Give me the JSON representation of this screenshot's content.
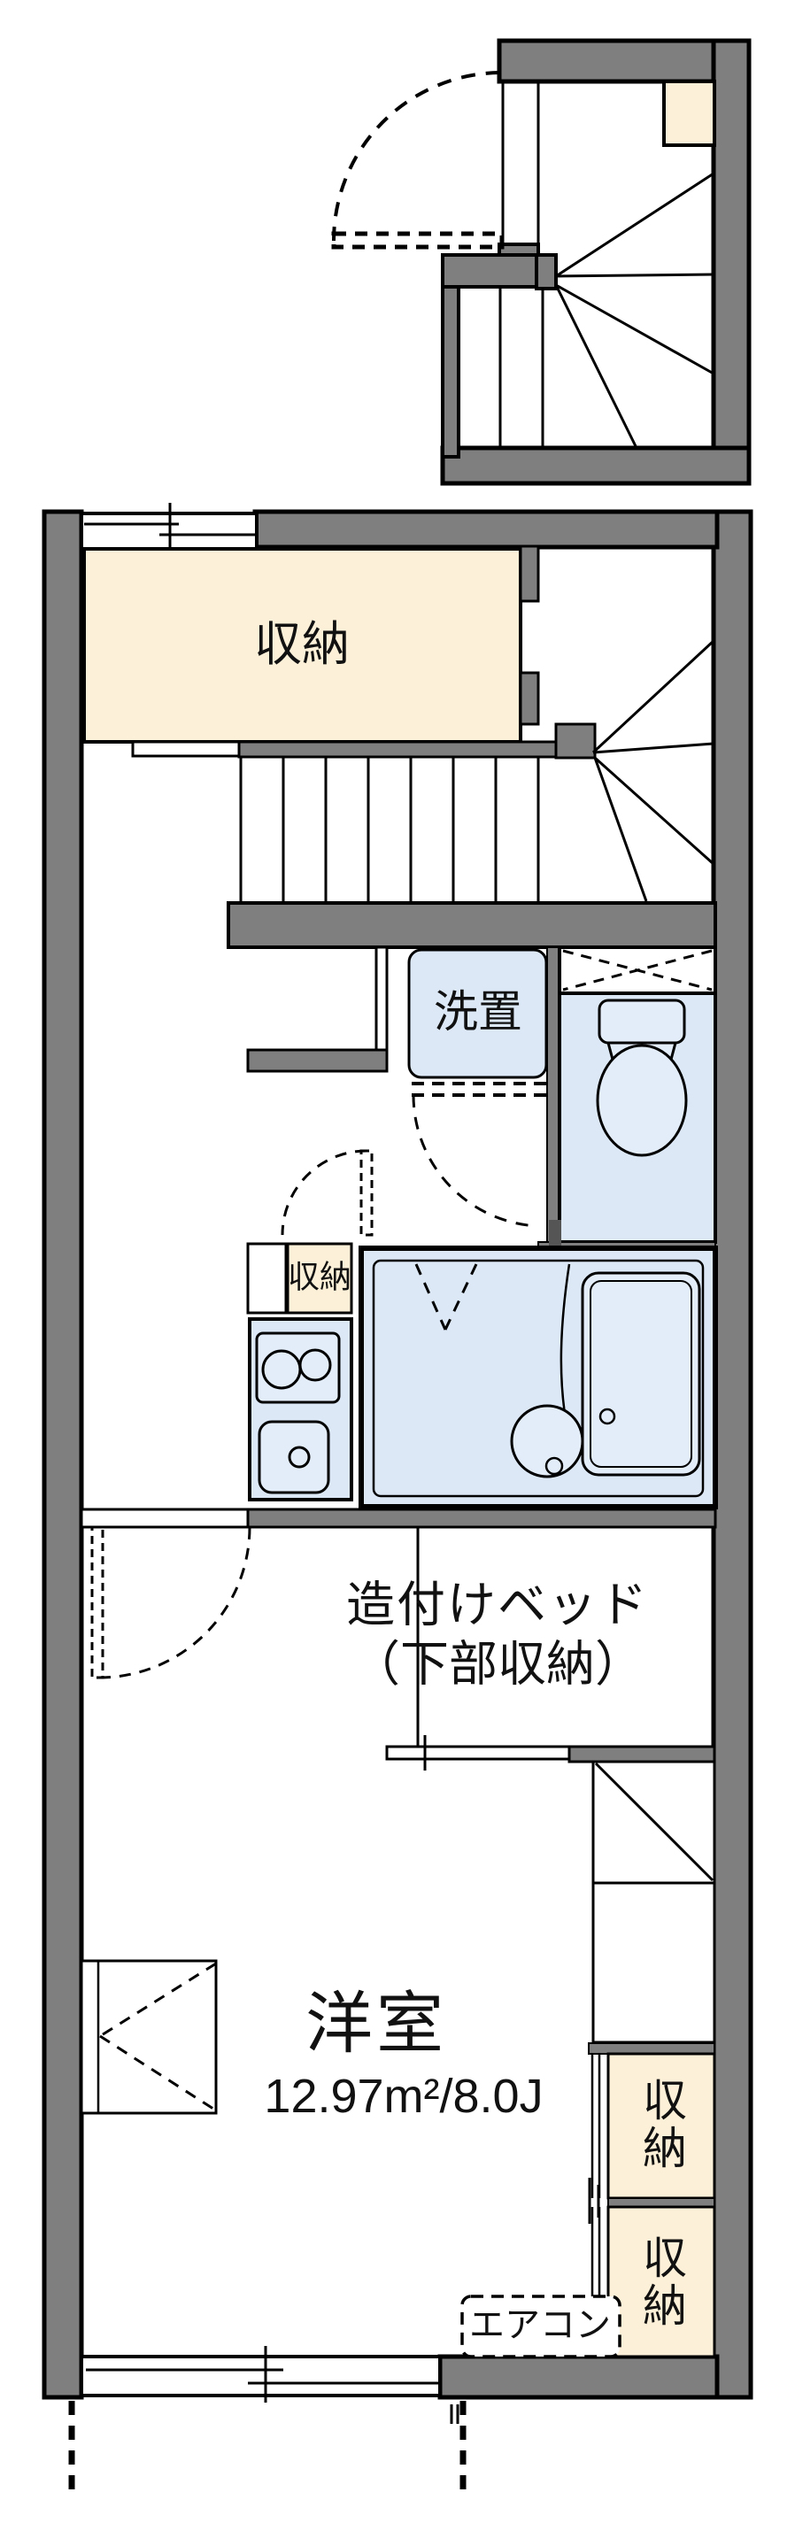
{
  "title": "1K apartment floor plan (2F with internal staircase)",
  "colors": {
    "wall": "#7f7f7f",
    "beige": "#fcf0d8",
    "blue": "#dce8f6",
    "line": "#000000",
    "bg": "#ffffff"
  },
  "labels": {
    "closet_top": "収納",
    "washer": "洗置",
    "kitchen_storage": "収納",
    "bed_line1": "造付けベッド",
    "bed_line2": "（下部収納）",
    "room_name": "洋室",
    "room_area": "12.97m²/8.0J",
    "storage_right_1": "収納",
    "storage_right_2": "収納",
    "aircon": "エアコン"
  }
}
